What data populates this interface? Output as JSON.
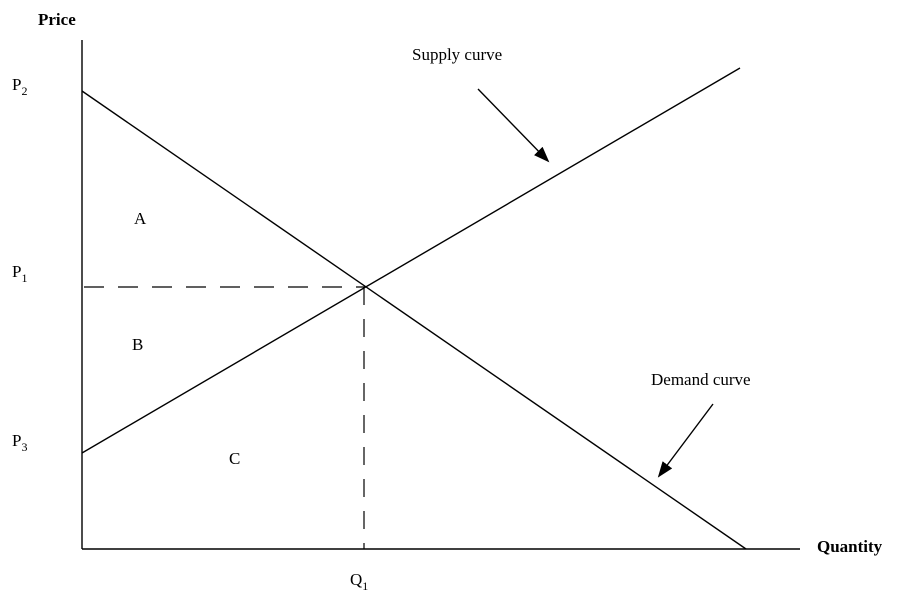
{
  "axes": {
    "y_label": "Price",
    "x_label": "Quantity"
  },
  "price_labels": {
    "p2": {
      "letter": "P",
      "sub": "2"
    },
    "p1": {
      "letter": "P",
      "sub": "1"
    },
    "p3": {
      "letter": "P",
      "sub": "3"
    }
  },
  "quantity_labels": {
    "q1": {
      "letter": "Q",
      "sub": "1"
    }
  },
  "regions": {
    "a": "A",
    "b": "B",
    "c": "C"
  },
  "curves": {
    "supply": "Supply curve",
    "demand": "Demand curve"
  }
}
